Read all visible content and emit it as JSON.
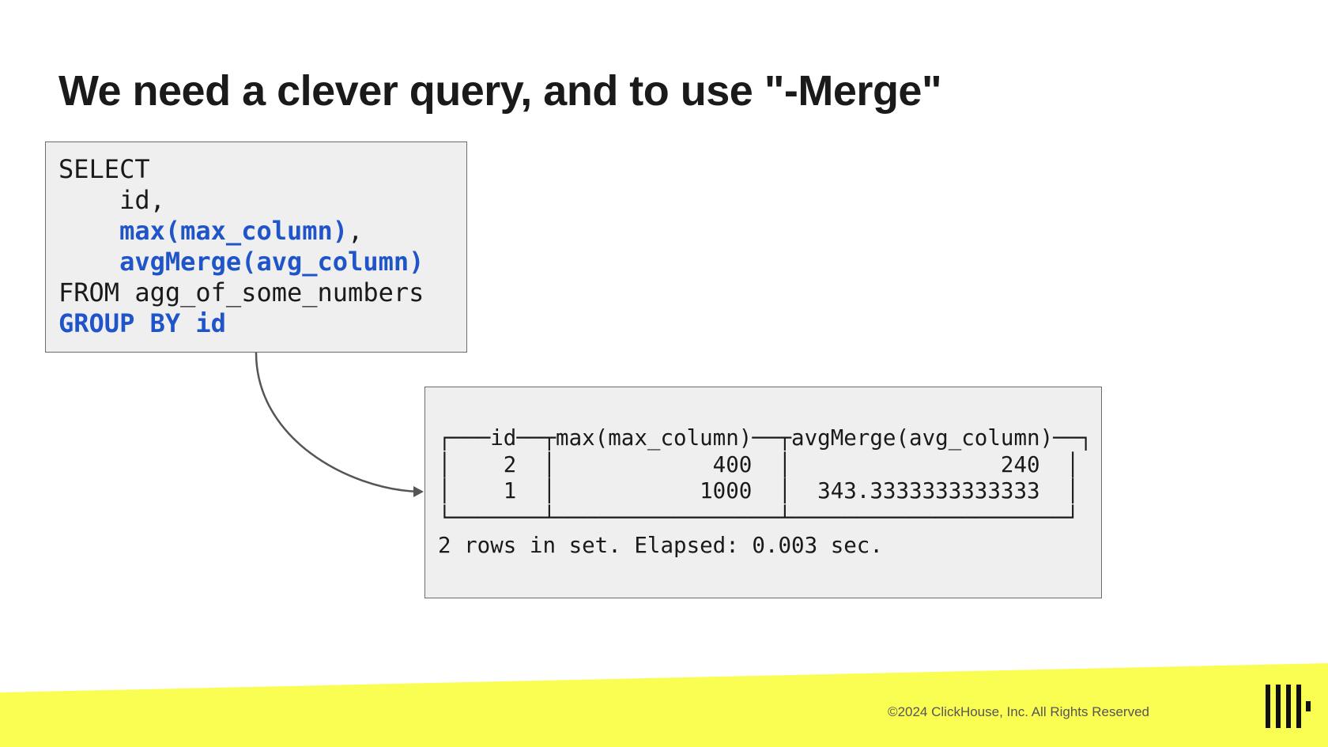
{
  "slide": {
    "title": "We need a clever query, and to use \"-Merge\""
  },
  "query": {
    "lines": [
      [
        {
          "text": "SELECT",
          "kw": false
        }
      ],
      [
        {
          "text": "    id,",
          "kw": false
        }
      ],
      [
        {
          "text": "    max(max_column)",
          "kw": true
        },
        {
          "text": ",",
          "kw": false
        }
      ],
      [
        {
          "text": "    avgMerge(avg_column)",
          "kw": true
        }
      ],
      [
        {
          "text": "FROM agg_of_some_numbers",
          "kw": false
        }
      ],
      [
        {
          "text": "GROUP BY id",
          "kw": true
        }
      ]
    ]
  },
  "result": {
    "columns": [
      "id",
      "max(max_column)",
      "avgMerge(avg_column)"
    ],
    "rows": [
      [
        "2",
        "400",
        "240"
      ],
      [
        "1",
        "1000",
        "343.3333333333333"
      ]
    ],
    "footer": "2 rows in set. Elapsed: 0.003 sec."
  },
  "footer": {
    "copyright": "©2024 ClickHouse, Inc. All Rights Reserved",
    "band_color": "#fafd52",
    "logo": "clickhouse-logo"
  },
  "colors": {
    "keyword": "#1f55c8",
    "text": "#1a1a1a",
    "box_bg": "#efefef"
  }
}
